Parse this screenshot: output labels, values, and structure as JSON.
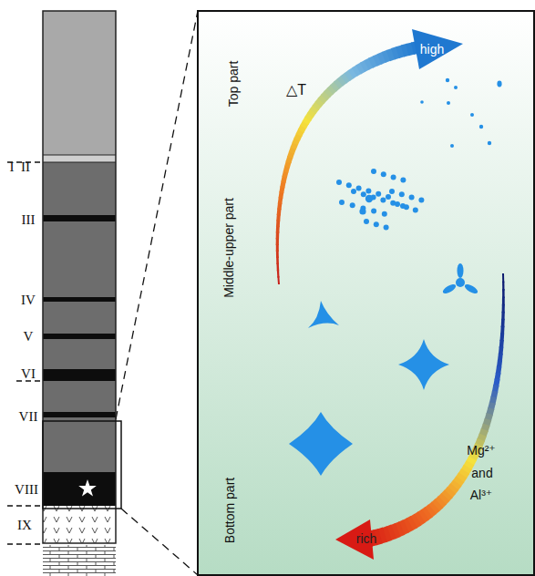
{
  "diagram": {
    "labels": [
      "I",
      "II",
      "III",
      "IV",
      "V",
      "VI",
      "VII",
      "VIII",
      "IX",
      "△T",
      "high",
      "Top part",
      "Middle-upper part",
      "Bottom part",
      "Mg²⁺",
      "and",
      "Al³⁺",
      "rich"
    ]
  }
}
